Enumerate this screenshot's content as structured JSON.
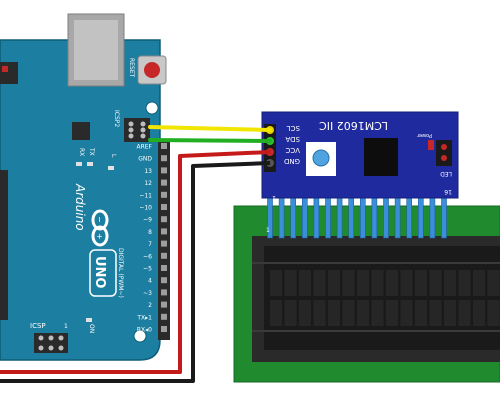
{
  "arduino": {
    "reset_label": "RESET",
    "icsp2_label": "ICSP2",
    "tx_label": "TX",
    "rx_label": "RX",
    "l_label": "L",
    "brand": "Arduino",
    "model": "UNO",
    "icsp_label": "ICSP",
    "icsp_pin1": "1",
    "on_label": "ON",
    "digital_label": "DIGITAL (PWM~)",
    "header_labels": [
      "AREF",
      "GND",
      "13",
      "12",
      "~11",
      "~10",
      "~9",
      "8",
      "7",
      "~6",
      "~5",
      "4",
      "~3",
      "2",
      "TX▸1",
      "RX◂0"
    ]
  },
  "lcd_module": {
    "title": "LCM1602 IIC",
    "power_label": "Power",
    "led_label": "LED",
    "pin_labels": [
      "SCL",
      "SDA",
      "VCC",
      "GND"
    ],
    "pin_first": "1",
    "pin_last": "16"
  },
  "wires": [
    {
      "name": "scl-wire",
      "color": "#f2e600"
    },
    {
      "name": "sda-wire",
      "color": "#22b022"
    },
    {
      "name": "vcc-wire",
      "color": "#c41a1a"
    },
    {
      "name": "gnd-wire",
      "color": "#1a1a1a"
    }
  ],
  "colors": {
    "arduino_board": "#1c7ea0",
    "lcd_module": "#1f2a9e",
    "lcd_board": "#1f8a2e",
    "lcd_screen": "#1a1a1a"
  }
}
